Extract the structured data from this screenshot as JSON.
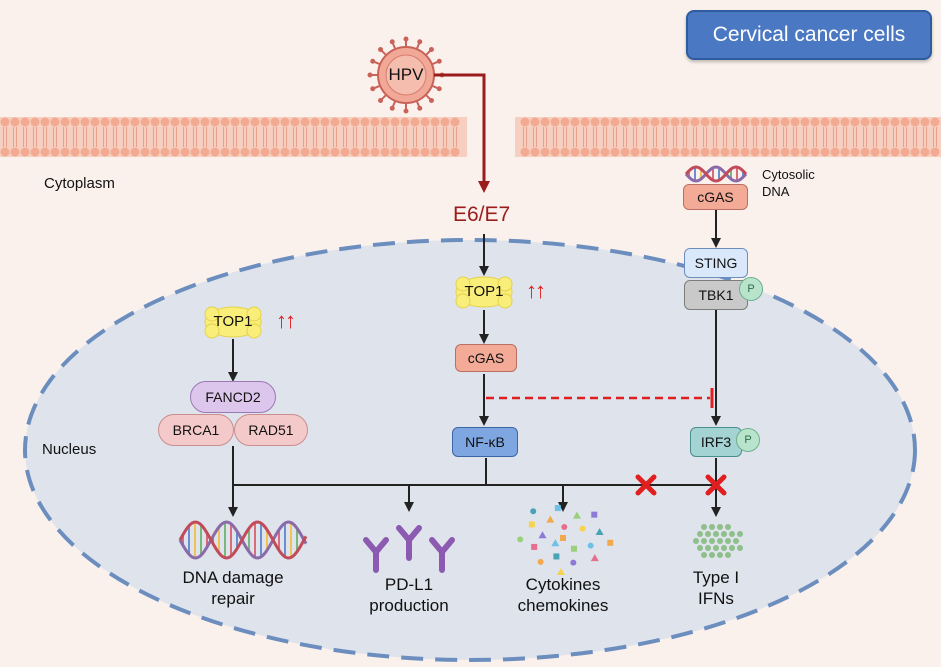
{
  "title": "Cervical cancer cells",
  "compartments": {
    "cytoplasm": "Cytoplasm",
    "nucleus": "Nucleus"
  },
  "virus": "HPV",
  "oncoproteins": "E6/E7",
  "cytosolic_dna": [
    "Cytosolic",
    "DNA"
  ],
  "nodes": {
    "top1_left": "TOP1",
    "top1_center": "TOP1",
    "fancd2": "FANCD2",
    "brca1": "BRCA1",
    "rad51": "RAD51",
    "cgas_center": "cGAS",
    "nfkb": "NF-κB",
    "cgas_right": "cGAS",
    "sting": "STING",
    "tbk1": "TBK1",
    "irf3": "IRF3",
    "phospho": "P"
  },
  "outcomes": {
    "dna_repair": [
      "DNA damage",
      "repair"
    ],
    "pdl1": [
      "PD-L1",
      "production"
    ],
    "cytokines": [
      "Cytokines",
      "chemokines"
    ],
    "ifns": [
      "Type I",
      "IFNs"
    ]
  },
  "upregulation_symbol": "↑↑",
  "colors": {
    "background": "#fbf1ec",
    "nucleus_fill": "#dfe3ec",
    "nucleus_border": "#6c8ebf",
    "membrane": "#f2b8a3",
    "hpv_arrow": "#9b1c1c",
    "inhibition": "#e02020",
    "title_box": "#4a78c2"
  }
}
